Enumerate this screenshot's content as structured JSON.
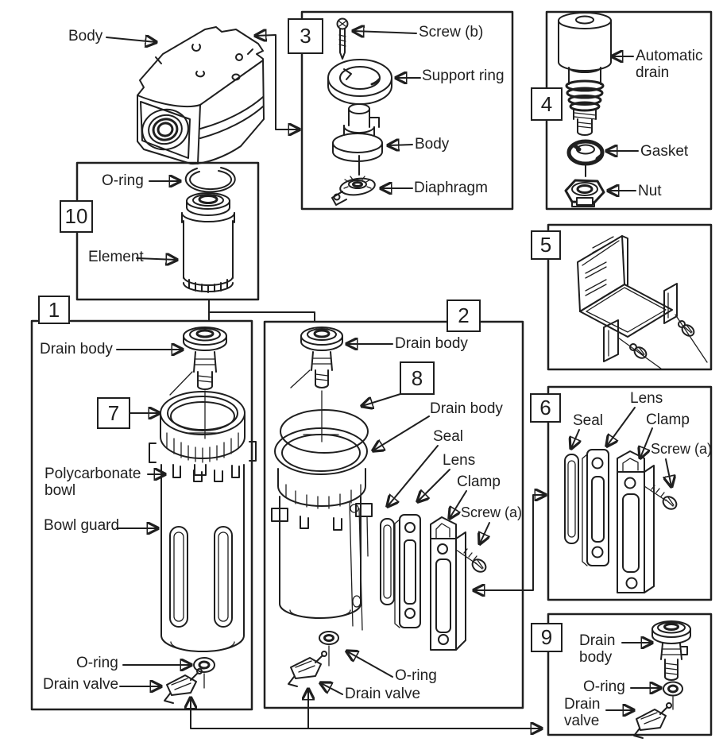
{
  "figure": {
    "kind": "exploded-parts-diagram",
    "subject": "compressed-air filter assembly",
    "line_color": "#1f1f1f",
    "background_color": "#ffffff"
  },
  "main": {
    "body": "Body"
  },
  "panel1": {
    "number": "1",
    "callout7": "7",
    "drain_body": "Drain body",
    "polycarbonate_bowl": "Polycarbonate bowl",
    "bowl_guard": "Bowl guard",
    "o_ring": "O-ring",
    "drain_valve": "Drain valve"
  },
  "panel2": {
    "number": "2",
    "callout8": "8",
    "drain_body_top": "Drain body",
    "drain_body": "Drain body",
    "seal": "Seal",
    "lens": "Lens",
    "clamp": "Clamp",
    "screw_a": "Screw (a)",
    "o_ring": "O-ring",
    "drain_valve": "Drain valve"
  },
  "panel3": {
    "number": "3",
    "screw_b": "Screw (b)",
    "support_ring": "Support ring",
    "body": "Body",
    "diaphragm": "Diaphragm"
  },
  "panel4": {
    "number": "4",
    "automatic_drain": "Automatic drain",
    "gasket": "Gasket",
    "nut": "Nut"
  },
  "panel5": {
    "number": "5"
  },
  "panel6": {
    "number": "6",
    "seal": "Seal",
    "lens": "Lens",
    "clamp": "Clamp",
    "screw_a": "Screw (a)"
  },
  "panel9": {
    "number": "9",
    "drain_body": "Drain body",
    "o_ring": "O-ring",
    "drain_valve": "Drain valve"
  },
  "panel10": {
    "number": "10",
    "o_ring": "O-ring",
    "element": "Element"
  }
}
